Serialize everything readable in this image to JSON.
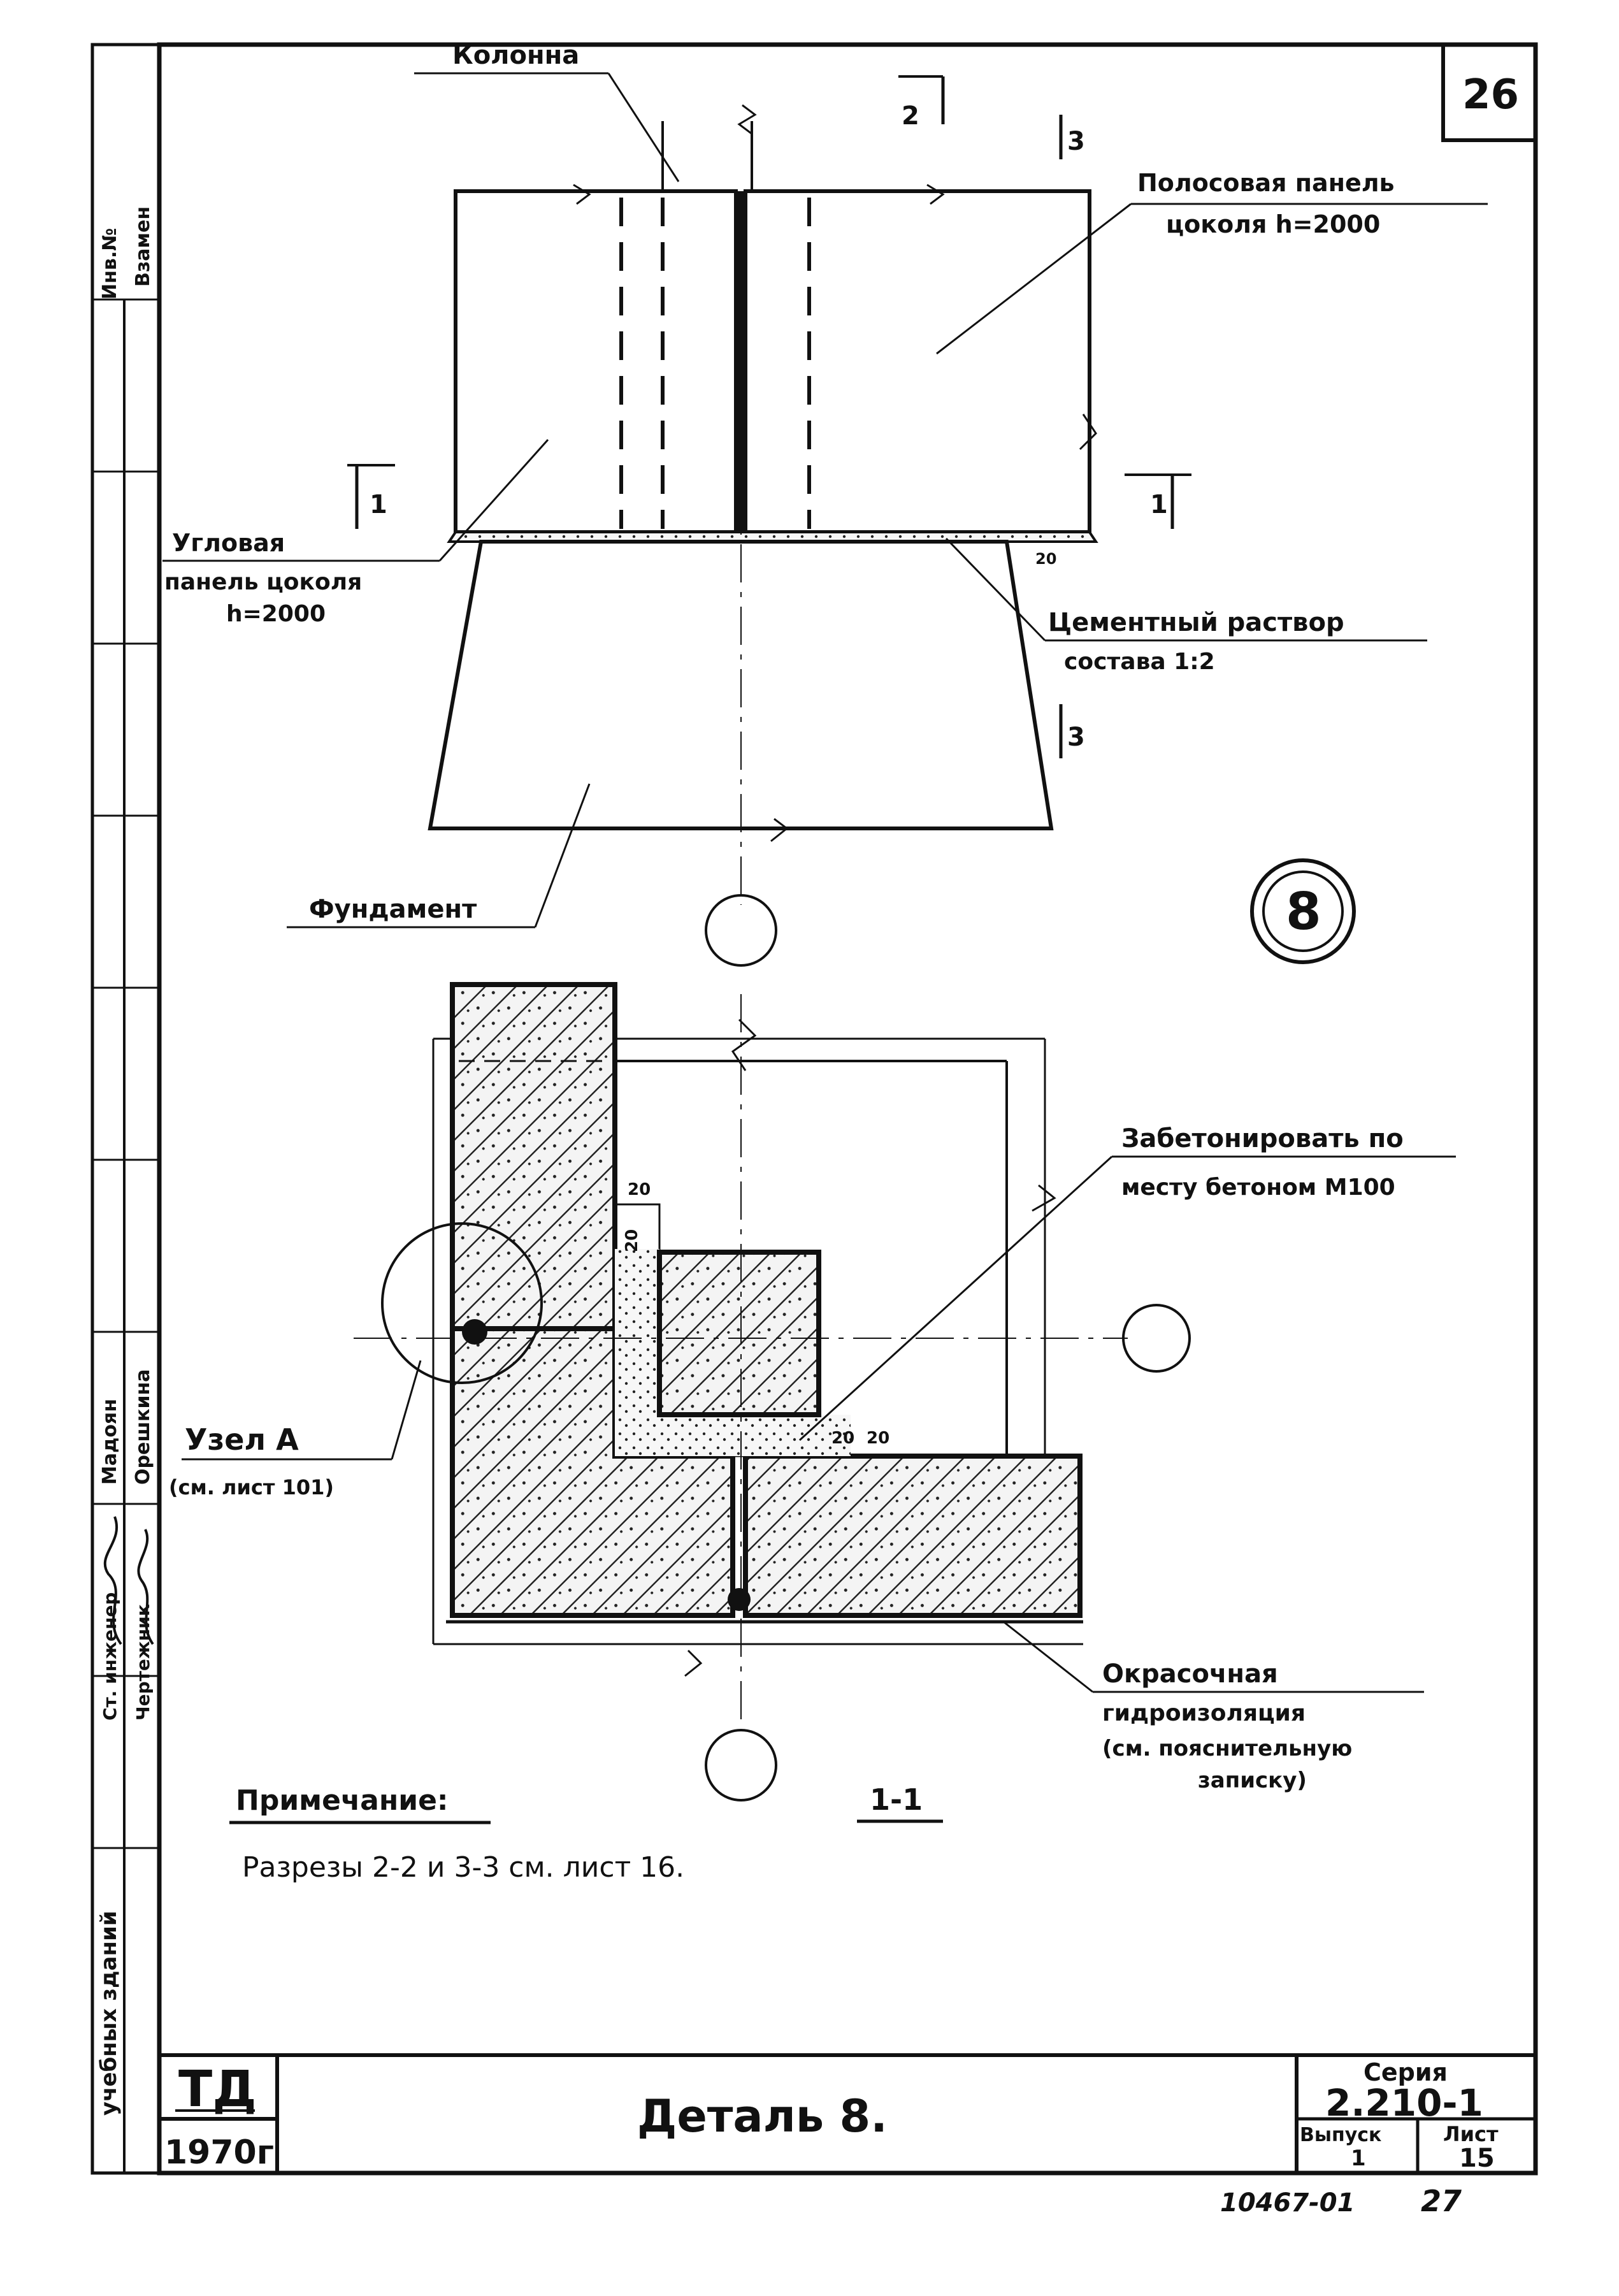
{
  "sheet_number": "26",
  "top_view": {
    "column_label": "Колонна",
    "band_panel_label_1": "Полосовая панель",
    "band_panel_label_2": "цоколя h=2000",
    "corner_panel_label_1": "Угловая",
    "corner_panel_label_2": "панель цоколя",
    "corner_panel_label_3": "h=2000",
    "mortar_label_1": "Цементный раствор",
    "mortar_label_2": "состава 1:2",
    "foundation_label": "Фундамент",
    "section_marks": [
      "2",
      "3",
      "1",
      "1",
      "3"
    ],
    "dim_small": "20"
  },
  "detail_badge": "8",
  "plan_view": {
    "concrete_label_1": "Забетонировать по",
    "concrete_label_2": "месту бетоном М100",
    "node_label_1": "Узел А",
    "node_label_2": "(см. лист 101)",
    "paint_label_1": "Окрасочная",
    "paint_label_2": "гидроизоляция",
    "paint_label_3": "(см. пояснительную",
    "paint_label_4": "записку)",
    "dims": [
      "20",
      "20",
      "20",
      "20"
    ],
    "section_title": "1-1"
  },
  "note": {
    "title": "Примечание:",
    "text": "Разрезы 2-2 и 3-3 см. лист 16."
  },
  "left_strip": {
    "inv_label": "Инв.№",
    "vzamen_label": "Взамен",
    "role_1": "Ст. инженер",
    "role_2": "Чертежник",
    "name_1": "Мадоян",
    "name_2": "Орешкина",
    "bottom_label": "учебных зданий"
  },
  "title_block": {
    "logo": "ТД",
    "year": "1970г",
    "title": "Деталь 8.",
    "series_label": "Серия",
    "series_value": "2.210-1",
    "issue_label": "Выпуск",
    "issue_value": "1",
    "sheet_label": "Лист",
    "sheet_value": "15"
  },
  "footer": {
    "order_code": "10467-01",
    "page": "27"
  }
}
